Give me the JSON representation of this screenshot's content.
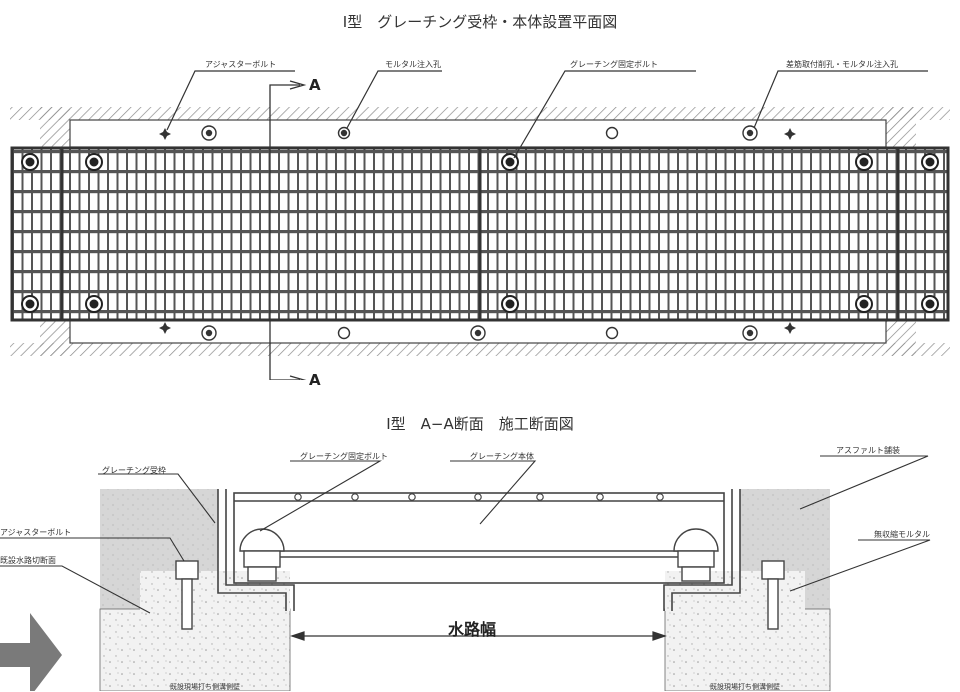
{
  "plan": {
    "title": "Ⅰ型　グレーチング受枠・本体設置平面図",
    "section_mark_top": "A",
    "section_mark_bottom": "A",
    "callouts": {
      "adjuster_bolt": "アジャスターボルト",
      "mortar_injection_hole": "モルタル注入孔",
      "grating_fixing_bolt": "グレーチング固定ボルト",
      "rebar_hole": "差筋取付削孔・モルタル注入孔"
    }
  },
  "section": {
    "title": "Ⅰ型　A−A断面　施工断面図",
    "callouts": {
      "grating_frame": "グレーチング受枠",
      "fixing_bolt": "グレーチング固定ボルト",
      "grating_body": "グレーチング本体",
      "asphalt": "アスファルト舗装",
      "adjuster_bolt": "アジャスターボルト",
      "non_shrink_mortar": "無収縮モルタル",
      "existing_channel": "既設水路切断面",
      "bottom_left": "既設現場打ち側溝側壁",
      "bottom_right": "既設現場打ち側溝側壁"
    },
    "channel_width": "水路幅"
  },
  "colors": {
    "line": "#444444",
    "hatch": "#888888",
    "concrete": "#d8d8d8",
    "arrow": "#7a7a7a"
  },
  "icons": {
    "direction": "right-arrow-icon"
  }
}
